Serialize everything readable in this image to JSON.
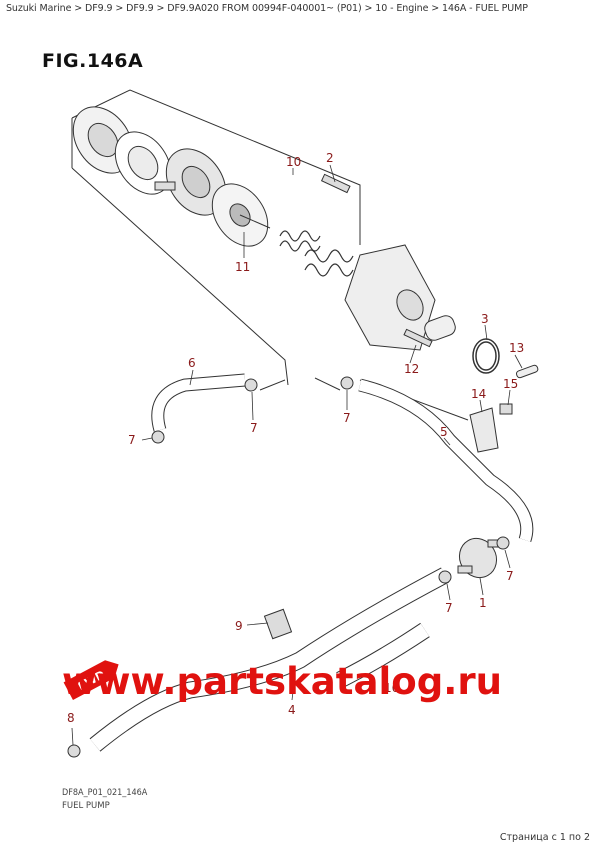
{
  "breadcrumb": "Suzuki Marine > DF9.9 > DF9.9 > DF9.9A020 FROM 00994F-040001~ (P01) > 10 - Engine > 146A - FUEL PUMP",
  "figure_title": "FIG.146A",
  "drawing_code": "DF8A_P01_021_146A",
  "caption": "FUEL PUMP",
  "pager": "Страница с 1 по 2",
  "watermark": "www.partskatalog.ru",
  "fwd_badge": "FWD",
  "callouts": [
    "1",
    "2",
    "3",
    "4",
    "5",
    "6",
    "7",
    "7",
    "7",
    "7",
    "7",
    "8",
    "9",
    "10",
    "11",
    "12",
    "13",
    "14",
    "15",
    "16"
  ],
  "colors": {
    "callout": "#8a1a1a",
    "watermark": "#e0120f",
    "line": "#333333"
  }
}
